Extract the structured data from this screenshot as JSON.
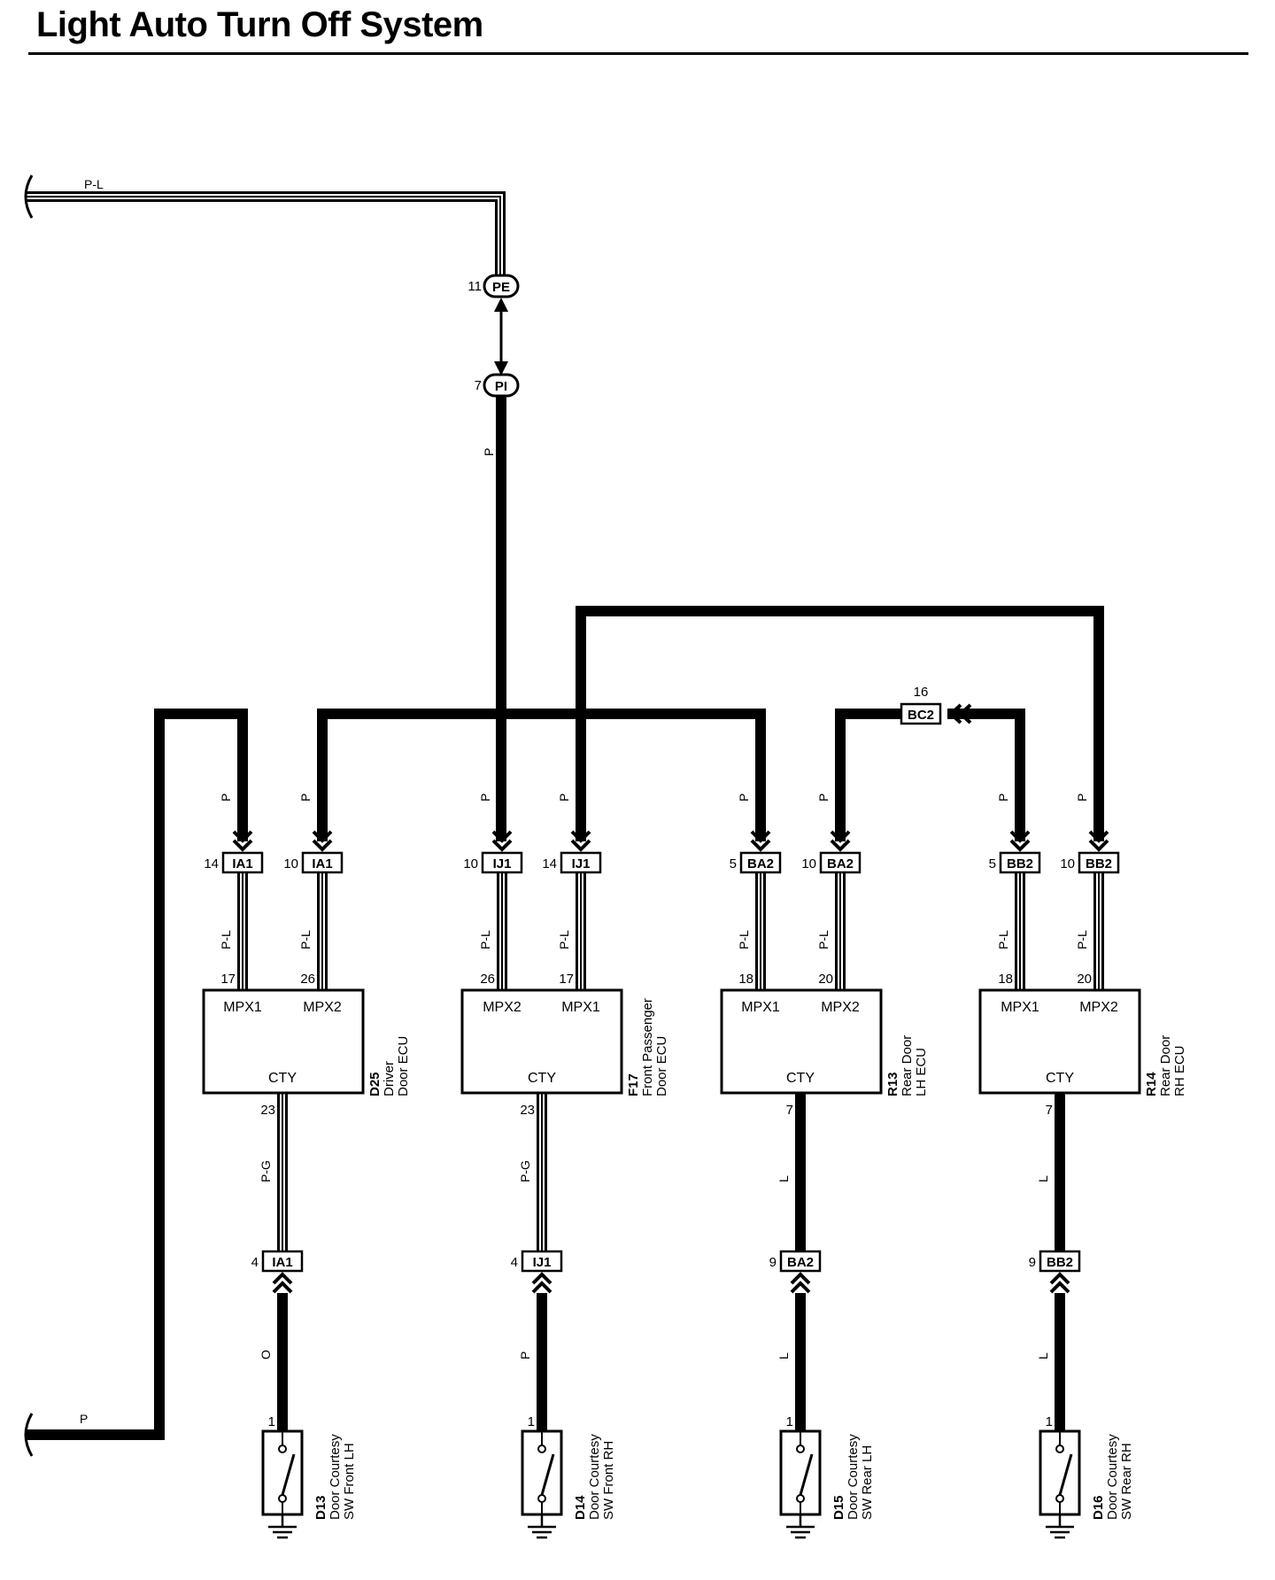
{
  "title": "Light Auto Turn Off System",
  "colors": {
    "wire": "#000000",
    "background": "#ffffff"
  },
  "incoming_wires": [
    {
      "color_code": "P-L"
    },
    {
      "color_code": "P"
    }
  ],
  "inline_connectors": [
    {
      "pin": "11",
      "name": "PE"
    },
    {
      "pin": "7",
      "name": "PI"
    }
  ],
  "splice": {
    "pin": "16",
    "name": "BC2"
  },
  "trunk_wire": {
    "color_code": "P"
  },
  "ecus": [
    {
      "id": "D25",
      "line1": "Driver",
      "line2": "Door ECU",
      "terminal": "CTY",
      "cty_pin": "23",
      "ports": [
        {
          "label": "MPX1",
          "pin": "17",
          "conn_pin": "14",
          "conn": "IA1",
          "in_wire": "P",
          "out_wire": "P-L"
        },
        {
          "label": "MPX2",
          "pin": "26",
          "conn_pin": "10",
          "conn": "IA1",
          "in_wire": "P",
          "out_wire": "P-L"
        }
      ],
      "lower": {
        "wire_top": "P-G",
        "conn_pin": "4",
        "conn": "IA1",
        "wire_bottom": "O"
      },
      "switch": {
        "pin": "1",
        "id": "D13",
        "line1": "Door Courtesy",
        "line2": "SW Front LH"
      }
    },
    {
      "id": "F17",
      "line1": "Front Passenger",
      "line2": "Door ECU",
      "terminal": "CTY",
      "cty_pin": "23",
      "ports": [
        {
          "label": "MPX2",
          "pin": "26",
          "conn_pin": "10",
          "conn": "IJ1",
          "in_wire": "P",
          "out_wire": "P-L"
        },
        {
          "label": "MPX1",
          "pin": "17",
          "conn_pin": "14",
          "conn": "IJ1",
          "in_wire": "P",
          "out_wire": "P-L"
        }
      ],
      "lower": {
        "wire_top": "P-G",
        "conn_pin": "4",
        "conn": "IJ1",
        "wire_bottom": "P"
      },
      "switch": {
        "pin": "1",
        "id": "D14",
        "line1": "Door Courtesy",
        "line2": "SW Front RH"
      }
    },
    {
      "id": "R13",
      "line1": "Rear Door",
      "line2": "LH ECU",
      "terminal": "CTY",
      "cty_pin": "7",
      "ports": [
        {
          "label": "MPX1",
          "pin": "18",
          "conn_pin": "5",
          "conn": "BA2",
          "in_wire": "P",
          "out_wire": "P-L"
        },
        {
          "label": "MPX2",
          "pin": "20",
          "conn_pin": "10",
          "conn": "BA2",
          "in_wire": "P",
          "out_wire": "P-L"
        }
      ],
      "lower": {
        "wire_top": "L",
        "conn_pin": "9",
        "conn": "BA2",
        "wire_bottom": "L"
      },
      "switch": {
        "pin": "1",
        "id": "D15",
        "line1": "Door Courtesy",
        "line2": "SW Rear LH"
      }
    },
    {
      "id": "R14",
      "line1": "Rear Door",
      "line2": "RH ECU",
      "terminal": "CTY",
      "cty_pin": "7",
      "ports": [
        {
          "label": "MPX1",
          "pin": "18",
          "conn_pin": "5",
          "conn": "BB2",
          "in_wire": "P",
          "out_wire": "P-L"
        },
        {
          "label": "MPX2",
          "pin": "20",
          "conn_pin": "10",
          "conn": "BB2",
          "in_wire": "P",
          "out_wire": "P-L"
        }
      ],
      "lower": {
        "wire_top": "L",
        "conn_pin": "9",
        "conn": "BB2",
        "wire_bottom": "L"
      },
      "switch": {
        "pin": "1",
        "id": "D16",
        "line1": "Door Courtesy",
        "line2": "SW Rear RH"
      }
    }
  ]
}
